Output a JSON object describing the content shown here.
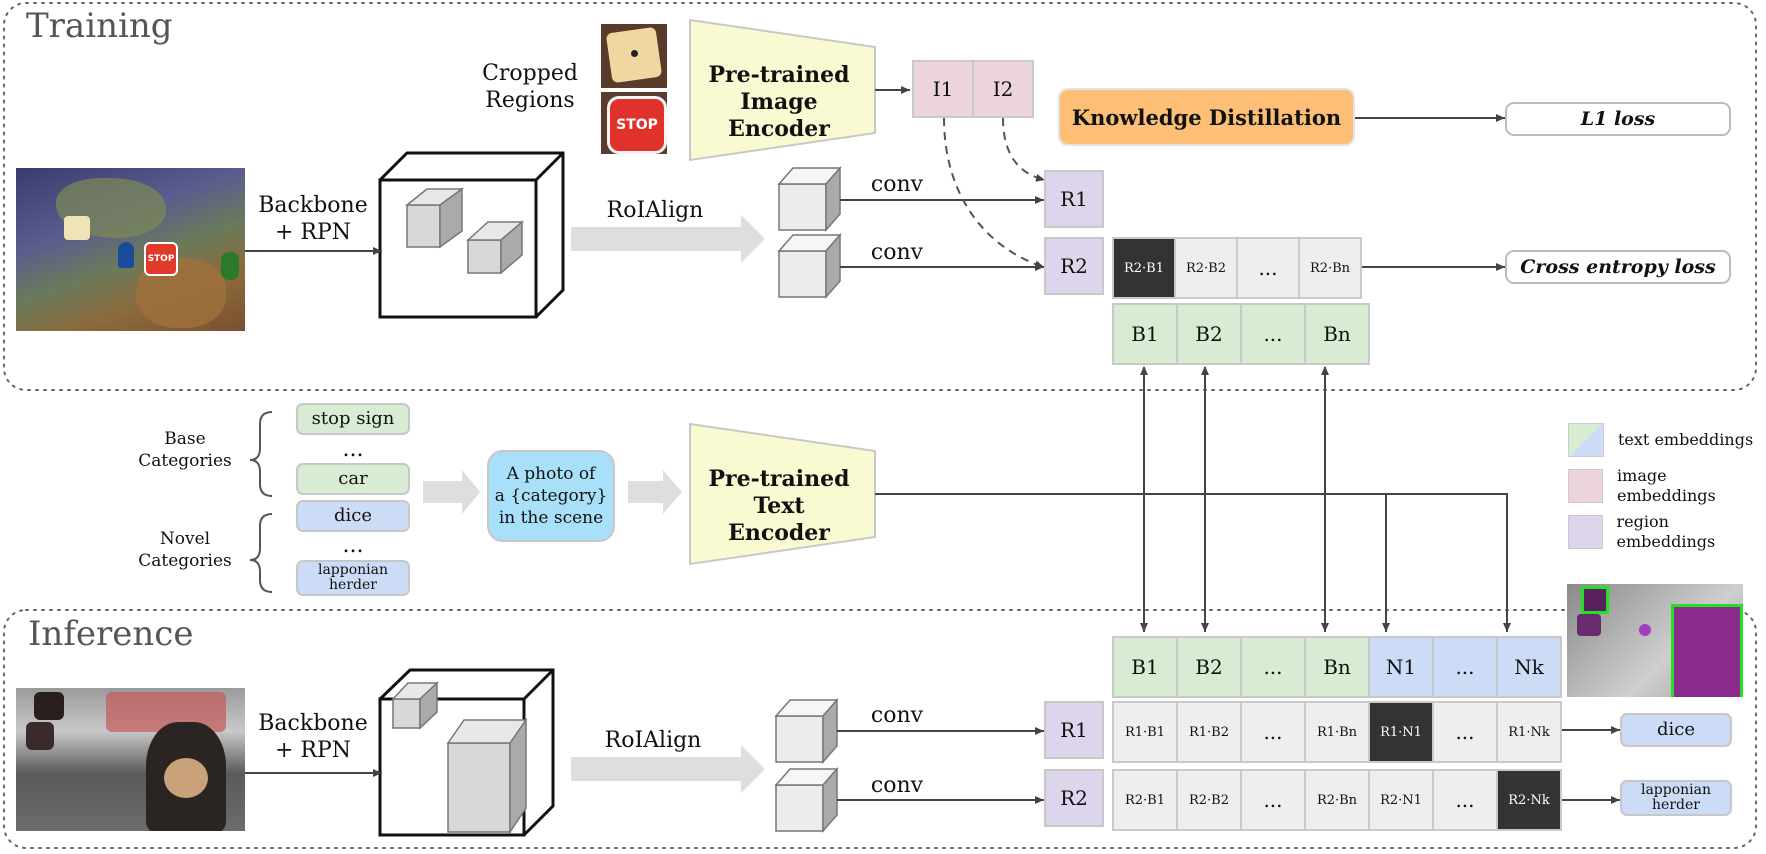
{
  "sections": {
    "training": "Training",
    "inference": "Inference"
  },
  "training": {
    "backbone": "Backbone\n+ RPN",
    "roialign": "RoIAlign",
    "conv1": "conv",
    "conv2": "conv",
    "cropped_regions": "Cropped\nRegions",
    "image_encoder": "Pre-trained\nImage Encoder",
    "image_embeddings": [
      "I1",
      "I2"
    ],
    "knowledge_distillation": "Knowledge Distillation",
    "l1_loss": "L1 loss",
    "cross_entropy_loss": "Cross entropy loss",
    "regions": [
      "R1",
      "R2"
    ],
    "products_r2": [
      "R2·B1",
      "R2·B2",
      "...",
      "R2·Bn"
    ],
    "base_embeddings": [
      "B1",
      "B2",
      "...",
      "Bn"
    ]
  },
  "middle": {
    "base_categories_label": "Base\nCategories",
    "base_items": [
      "stop sign",
      "...",
      "car"
    ],
    "novel_categories_label": "Novel\nCategories",
    "novel_items": [
      "dice",
      "...",
      "lapponian\nherder"
    ],
    "prompt": "A photo of\na {category}\nin the scene",
    "text_encoder": "Pre-trained\nText Encoder"
  },
  "legend": [
    {
      "label": "text embeddings",
      "colors": [
        "#d7ecd3",
        "#ccdcf6"
      ]
    },
    {
      "label": "image embeddings",
      "colors": [
        "#ecd4de"
      ]
    },
    {
      "label": "region embeddings",
      "colors": [
        "#ddd5ec"
      ]
    }
  ],
  "inference": {
    "backbone": "Backbone\n+ RPN",
    "roialign": "RoIAlign",
    "conv1": "conv",
    "conv2": "conv",
    "embeddings": [
      "B1",
      "B2",
      "...",
      "Bn",
      "N1",
      "...",
      "Nk"
    ],
    "regions": [
      "R1",
      "R2"
    ],
    "products_r1": [
      "R1·B1",
      "R1·B2",
      "...",
      "R1·Bn",
      "R1·N1",
      "...",
      "R1·Nk"
    ],
    "products_r2": [
      "R2·B1",
      "R2·B2",
      "...",
      "R2·Bn",
      "R2·N1",
      "...",
      "R2·Nk"
    ],
    "outputs": [
      "dice",
      "lapponian\nherder"
    ]
  },
  "colors": {
    "text_base": "#d7ecd3",
    "text_novel": "#ccdcf6",
    "image": "#ecd4de",
    "region": "#ddd5ec",
    "encoder": "#fafad2",
    "distillation": "#fdbf75",
    "prompt": "#a8e0fa",
    "highlight": "#333333"
  }
}
